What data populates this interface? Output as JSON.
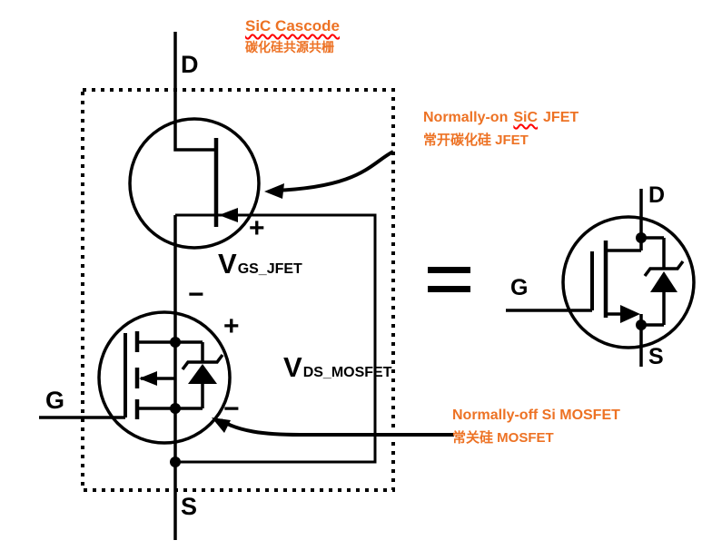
{
  "title": {
    "en": "SiC Cascode",
    "zh": "碳化硅共源共栅"
  },
  "terminals": {
    "drain": "D",
    "gate": "G",
    "source": "S"
  },
  "equivalent": {
    "drain": "D",
    "gate": "G",
    "source": "S",
    "equals_sign": "="
  },
  "voltage_labels": {
    "vgs": {
      "symbol": "V",
      "subscript": "GS_JFET",
      "plus": "+",
      "minus": "−"
    },
    "vds": {
      "symbol": "V",
      "subscript": "DS_MOSFET",
      "plus": "+",
      "minus": "−"
    }
  },
  "annotations": {
    "jfet": {
      "en_pre": "Normally-on",
      "en_mark": "SiC",
      "en_post": "JFET",
      "zh": "常开碳化硅 JFET"
    },
    "mosfet": {
      "en": "Normally-off Si MOSFET",
      "zh": "常关硅 MOSFET"
    }
  },
  "colors": {
    "annotation_orange": "#ED7224",
    "spellcheck_red": "#FF0000",
    "ink": "#000000"
  }
}
